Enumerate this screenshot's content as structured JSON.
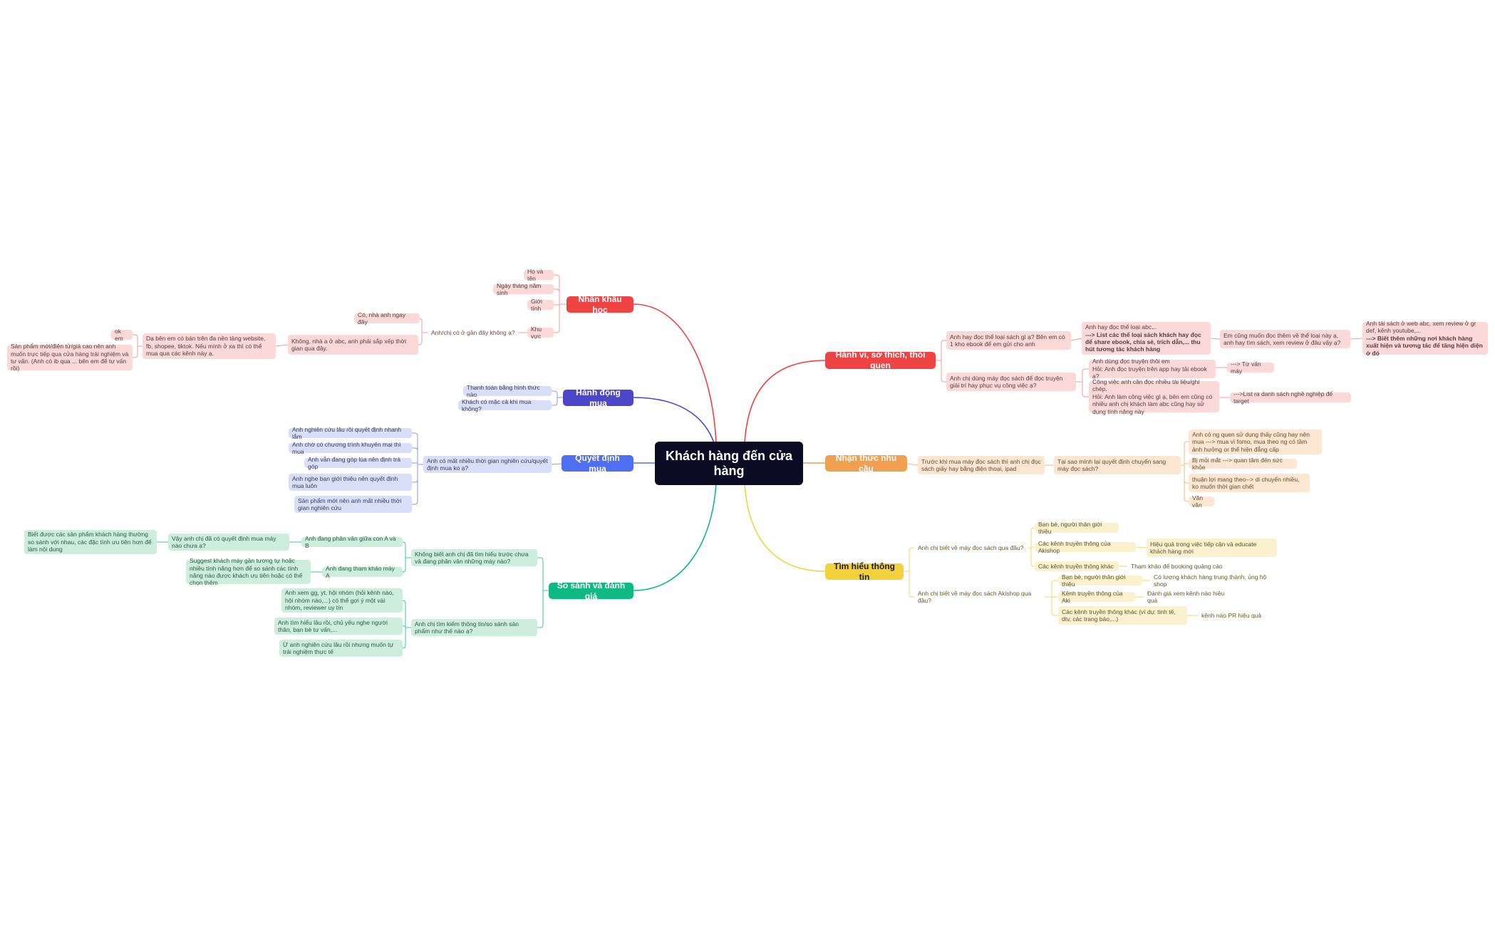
{
  "colors": {
    "root": "#0b0b24",
    "red": "#ef4444",
    "indigo": "#4b47c8",
    "blue": "#4f6ef0",
    "green": "#10b981",
    "orange": "#f0a050",
    "yellow": "#f2d23c"
  },
  "root": {
    "title": "Khách hàng đến cửa hàng"
  },
  "branches": {
    "nhan_khau_hoc": "Nhân khẩu học",
    "hanh_dong_mua": "Hành động mua",
    "quyet_dinh_mua": "Quyết định mua",
    "so_sanh": "So sánh và đánh giá",
    "hanh_vi": "Hành vi, sở thích, thói quen",
    "nhan_thuc": "Nhận thức nhu cầu",
    "tim_hieu": "Tìm hiểu thông tin"
  },
  "nodes": {
    "ho_ten": "Họ và tên",
    "ngay_sinh": "Ngày tháng năm sinh",
    "gioi_tinh": "Giới tính",
    "khu_vuc": "Khu vực",
    "gan_day": "Anh/chị có ở gần đây không ạ?",
    "co_nha": "Có, nhà anh ngay đây",
    "khong_nha": "Không, nhà a ở abc, anh phải sắp xếp thời gian qua đây.",
    "da_ben_em": "Dạ bên em có bán trên đa nền tảng website, fb, shopee, tiktok. Nếu mình ở xa thì có thể mua qua các kênh này ạ.",
    "ok_em": "ok em",
    "san_pham_moi": "Sản phẩm mới/điện tử/giá cao nên anh muốn trực tiếp qua cửa hàng trải nghiệm và tư vấn. (Anh có ib qua ... bên em để tư vấn rồi)",
    "thanh_toan": "Thanh toán bằng hình thức nào",
    "mac_ca": "Khách có mặc cả khi mua không?",
    "mat_nhieu_tg": "Anh có mất nhiều thời gian nghiên cứu/quyết định mua ko ạ?",
    "qd1": "Anh nghiên cứu lâu rồi quyết định nhanh lắm",
    "qd2": "Anh chờ có chương trình khuyến mại thì mua",
    "qd3": "Anh vẫn đang góp lúa nên định trả góp",
    "qd4": "Anh nghe bạn giới thiệu nên quyết định mua luôn",
    "qd5": "Sản phẩm mới nên anh mất nhiều thời gian nghiên cứu",
    "ss_q1": "Không biết anh chị đã tìm hiểu trước chưa và đang phân vân những máy nào?",
    "ss_a": "Anh đang phân vân giữa con A và B",
    "ss_a_q": "Vậy anh chị đã có quyết định mua máy nào chưa ạ?",
    "ss_a_note": "Biết được các sản phẩm khách hàng thường so sánh với nhau, các đặc tính ưu tiên hơn để làm nội dung",
    "ss_b": "Anh đang tham khảo máy A",
    "ss_b_note": "Suggest khách máy gần tương tự hoặc nhiều tính năng hơn để so sánh các tính năng nào được khách ưu tiên hoặc có thể chọn thêm",
    "ss_q2": "Anh chị tìm kiếm thông tin/so sánh sản phẩm như thế nào ạ?",
    "ss_q2_a1": "Anh xem gg, yt, hội nhóm (hỏi kênh nào, hội nhóm nào,...) có thể gợi ý một vài nhóm, reviewer uy tín",
    "ss_q2_a2": "Anh tìm hiểu lâu rồi, chủ yếu nghe người thân, bạn bè tư vấn,...",
    "ss_q2_a3": "Ừ anh nghiên cứu lâu rồi nhưng muốn tự trải nghiệm thực tế",
    "hv_q1": "Anh hay đọc thể loại sách gì ạ? Bên em có 1 kho ebook để em gửi cho anh",
    "hv_a1": "Anh hay đọc thể loại abc...",
    "hv_a1_bold": "---> List các thể loại sách khách hay đọc để share ebook, chia sẻ, trích dẫn,... thu hút tương tác khách hàng",
    "hv_a2": "Em cũng muốn đọc thêm về thể loại này ạ, anh hay tìm sách, xem review ở đâu vậy ạ?",
    "hv_a3": "Anh tải sách ở web abc, xem review ở gr def, kênh youtube,...",
    "hv_a3_bold": "---> Biết thêm những nơi khách hàng xuất hiện và tương tác để tăng hiện diện ở đó",
    "hv_q2": "Anh chị dùng máy đọc sách để đọc truyện giải trí hay phục vụ công việc ạ?",
    "hv_b1": "Anh dùng đọc truyện thôi em\nHỏi: Anh đọc truyện trên app hay tải ebook ạ?",
    "hv_b1_r": "---> Từ vấn máy",
    "hv_b2": "Công việc anh cần đọc nhiều tài liệu/ghi chép.\nHỏi: Anh làm công việc gì ạ, bên em cũng có nhiều anh chị khách làm abc cũng hay sử dụng tính năng này",
    "hv_b2_r": "--->List ra danh sách nghề nghiệp để target",
    "nt_q1": "Trước khi mua máy đọc sách thì anh chị đọc sách giấy hay bằng điện thoại, ipad",
    "nt_q2": "Tại sao mình lại quyết định chuyển sang máy đọc sách?",
    "nt_a1": "Anh có ng quen sử dụng thấy cũng hay nên mua ---> mua vì fomo, mua theo ng có tầm ảnh hưởng or thể hiện đẳng cấp",
    "nt_a2": "Bị mỏi mắt ---> quan tâm đến sức khỏe",
    "nt_a3": "thuận lợi mang theo--> di chuyển nhiều, ko muốn thời gian chết",
    "nt_a4": "Văn văn",
    "th_q1": "Anh chị biết về máy đọc sách qua đâu?",
    "th_q1_a1": "Bạn bè, người thân giới thiệu",
    "th_q1_a2": "Các kênh truyền thông của Akishop",
    "th_q1_a2_r": "Hiệu quả trong việc tiếp cận và educate khách hàng mới",
    "th_q1_a3": "Các kênh truyền thông khác",
    "th_q1_a3_r": "Tham khảo để booking quảng cáo",
    "th_q2": "Anh chị biết về máy đọc sách Akishop qua đâu?",
    "th_q2_a1": "Bạn bè, người thân giới thiệu",
    "th_q2_a1_r": "Có lượng khách hàng trung thành, ủng hộ shop",
    "th_q2_a2": "Kênh truyền thông của Aki",
    "th_q2_a2_r": "Đánh giá xem kênh nào hiệu quả",
    "th_q2_a3": "Các kênh truyền thông khác (ví dụ: tinh tế, dtv, các trang báo,...)",
    "th_q2_a3_r": "kênh nào PR hiệu quả"
  }
}
